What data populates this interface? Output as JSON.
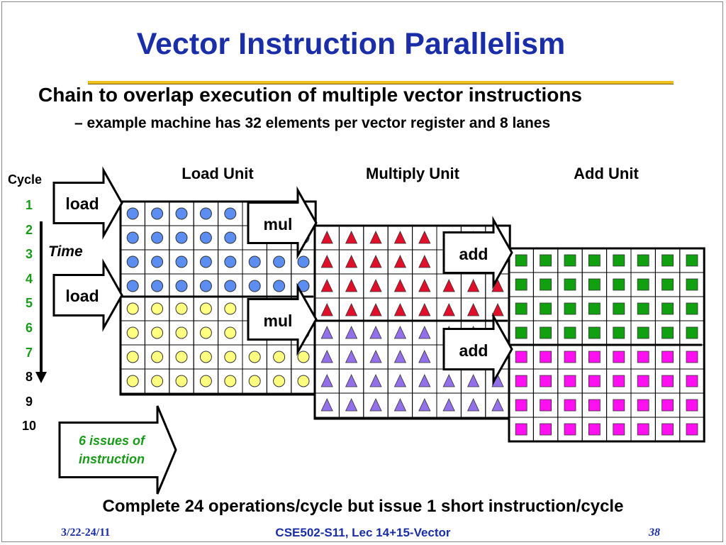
{
  "title": "Vector Instruction Parallelism",
  "bullet_main": "Chain to overlap execution of multiple vector instructions",
  "bullet_sub": "example machine has 32 elements per vector register and 8 lanes",
  "units": {
    "load": "Load Unit",
    "multiply": "Multiply Unit",
    "add": "Add Unit"
  },
  "cycle_header": "Cycle",
  "cycles": [
    "1",
    "2",
    "3",
    "4",
    "5",
    "6",
    "7",
    "8",
    "9",
    "10"
  ],
  "time_label": "Time",
  "instructions": {
    "load1": "load",
    "load2": "load",
    "mul1": "mul",
    "mul2": "mul",
    "add1": "add",
    "add2": "add"
  },
  "issues_label": "6 issues of instruction",
  "footer_note": "Complete 24 operations/cycle but issue 1 short instruction/cycle",
  "footer": {
    "date": "3/22-24/11",
    "course": "CSE502-S11, Lec 14+15-Vector",
    "page": "38"
  },
  "colors": {
    "title": "#1a2ea8",
    "cycle_green": "#1a9a1a",
    "load_op1": "#5b8ef0",
    "load_op2": "#ffff80",
    "mul_op1": "#e0102a",
    "mul_op2": "#9370ea",
    "add_op1": "#10a010",
    "add_op2": "#ff10f0"
  }
}
